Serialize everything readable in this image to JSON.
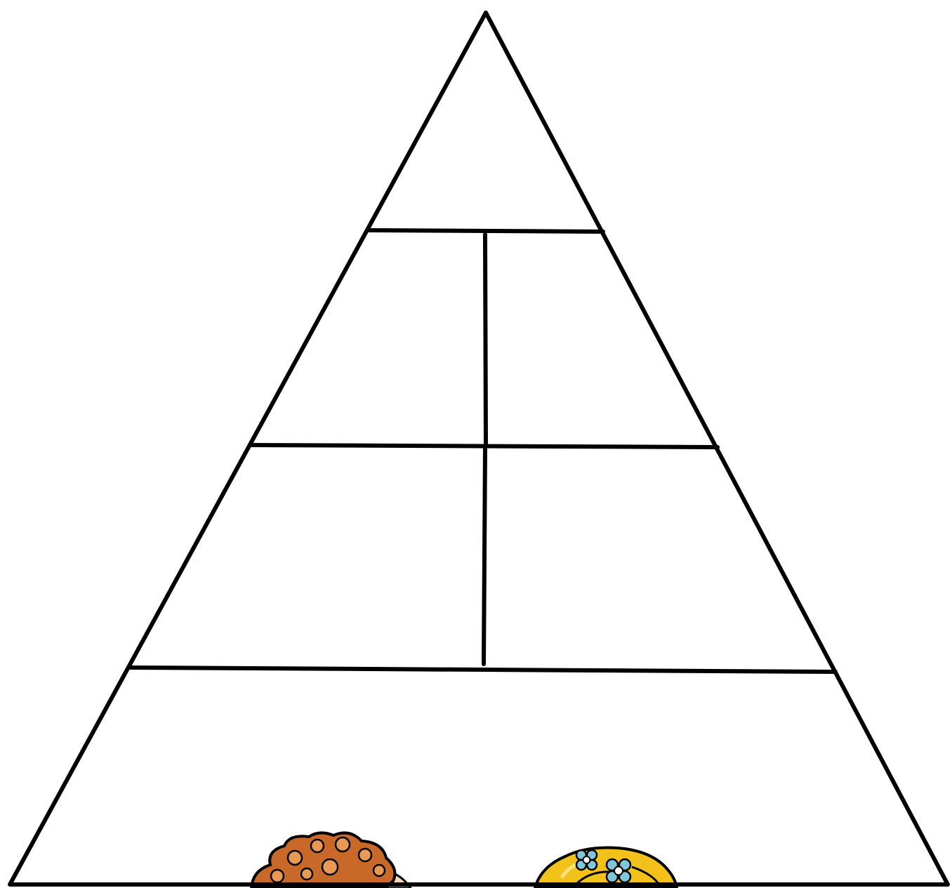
{
  "diagram": {
    "kind": "blank food pyramid worksheet",
    "tiers": [
      {
        "name": "top",
        "cells": 1
      },
      {
        "name": "upper-middle",
        "cells": 2
      },
      {
        "name": "lower-middle",
        "cells": 2
      },
      {
        "name": "base",
        "cells": 1
      }
    ],
    "illustrations": [
      "cartoon-boy-curly-hair",
      "cartoon-girl-blonde-with-flowers"
    ]
  },
  "colors": {
    "background": "#ffffff",
    "outline": "#000000",
    "boy_hair": "#c8692a",
    "boy_hair_highlight": "#e89a55",
    "girl_hair": "#f2c21a",
    "girl_hair_highlight": "#fbe27a",
    "flower": "#7fc7d9",
    "flower_center": "#ffffff",
    "skin": "#f7d7b5"
  }
}
